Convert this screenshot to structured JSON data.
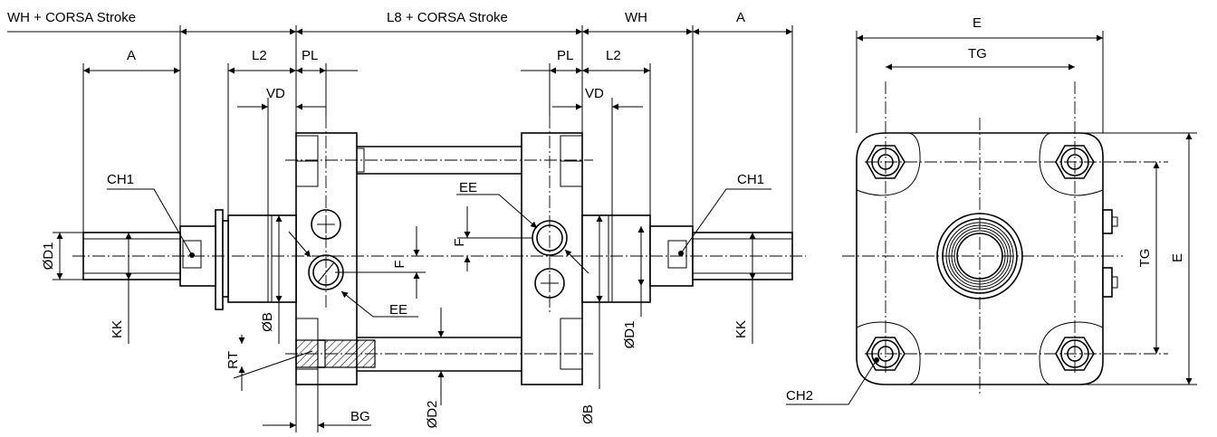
{
  "labels": {
    "wh_stroke": "WH + CORSA Stroke",
    "l8_stroke": "L8 + CORSA Stroke",
    "wh": "WH",
    "a": "A",
    "l2": "L2",
    "pl": "PL",
    "vd": "VD",
    "ch1": "CH1",
    "ch2": "CH2",
    "ee": "EE",
    "f": "F",
    "d1": "ØD1",
    "kk": "KK",
    "b": "ØB",
    "rt": "RT",
    "bg": "BG",
    "d2": "ØD2",
    "e": "E",
    "tg": "TG"
  }
}
